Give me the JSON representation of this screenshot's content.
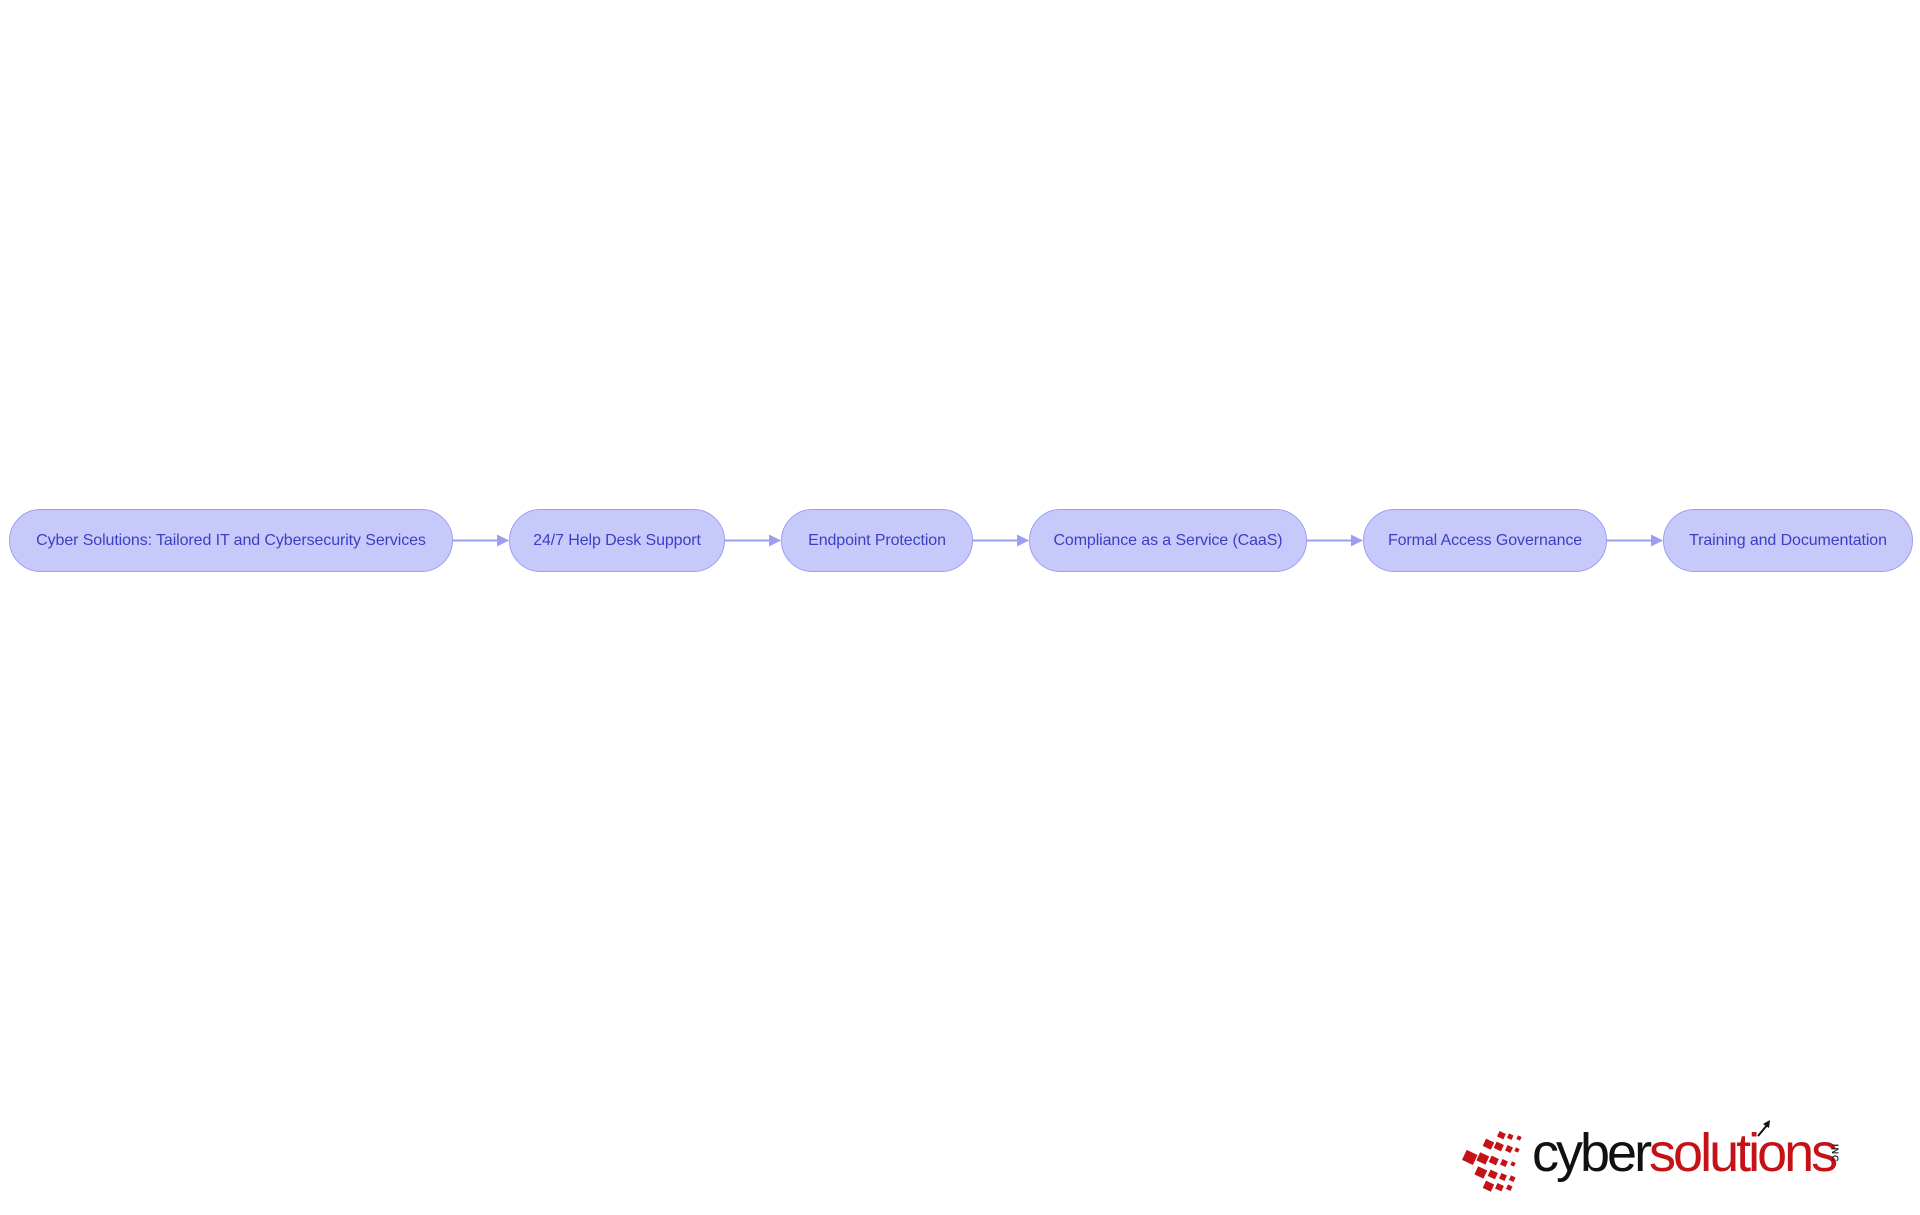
{
  "diagram": {
    "nodes": [
      {
        "id": "n1",
        "label": "Cyber Solutions: Tailored IT and Cybersecurity Services"
      },
      {
        "id": "n2",
        "label": "24/7 Help Desk Support"
      },
      {
        "id": "n3",
        "label": "Endpoint Protection"
      },
      {
        "id": "n4",
        "label": "Compliance as a Service (CaaS)"
      },
      {
        "id": "n5",
        "label": "Formal Access Governance"
      },
      {
        "id": "n6",
        "label": "Training and Documentation"
      }
    ],
    "edges": [
      {
        "from": "n1",
        "to": "n2"
      },
      {
        "from": "n2",
        "to": "n3"
      },
      {
        "from": "n3",
        "to": "n4"
      },
      {
        "from": "n4",
        "to": "n5"
      },
      {
        "from": "n5",
        "to": "n6"
      }
    ],
    "colors": {
      "node_fill": "#c8c9fb",
      "node_border": "#9c9ef2",
      "node_text": "#3b3fc4",
      "edge": "#9c9ef2"
    }
  },
  "logo": {
    "word_dark": "cyber",
    "word_red": "solutions",
    "suffix": "INC",
    "colors": {
      "dark": "#111111",
      "red": "#c41217"
    }
  }
}
